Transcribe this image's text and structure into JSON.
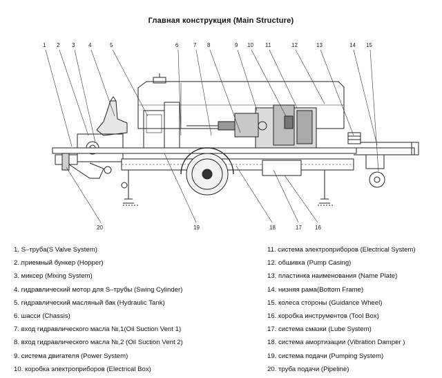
{
  "title": "Главная конструкция    (Main Structure)",
  "callouts": [
    "1",
    "2",
    "3",
    "4",
    "5",
    "6",
    "7",
    "8",
    "9",
    "10",
    "11",
    "12",
    "13",
    "14",
    "15",
    "16",
    "17",
    "18",
    "19",
    "20"
  ],
  "legend_left": [
    "1. S–труба(S Valve System)",
    "2. приемный бункер (Hopper)",
    "3. миксер (Mixing System)",
    "4. гидравлический мотор для S–трубы (Swing Cylinder)",
    "5. гидравлический масляный бак (Hydraulic Tank)",
    "6. шасси (Chassis)",
    "7. вход гидравлического масла №,1(Oil Suction Vent 1)",
    "8. вход гидравлического масла №,2 (Oil Suction Vent 2)",
    "9. система двигателя (Power System)",
    "10. коробка электроприборов (Electrical Box)"
  ],
  "legend_right": [
    "11. система электроприборов (Electrical System)",
    "12. обшивка (Pump Casing)",
    "13. пластинка наименования (Name Plate)",
    "14. низняя рама(Bottom Frame)",
    "15. колеса стороны (Guidance Wheel)",
    "16. коробка инструментов (Tool Box)",
    "17. система смазки (Lube System)",
    "18. система амортизации (Vibration Damper )",
    "19. система подачи (Pumping System)",
    "20. труба подачи (Pipeline)"
  ]
}
